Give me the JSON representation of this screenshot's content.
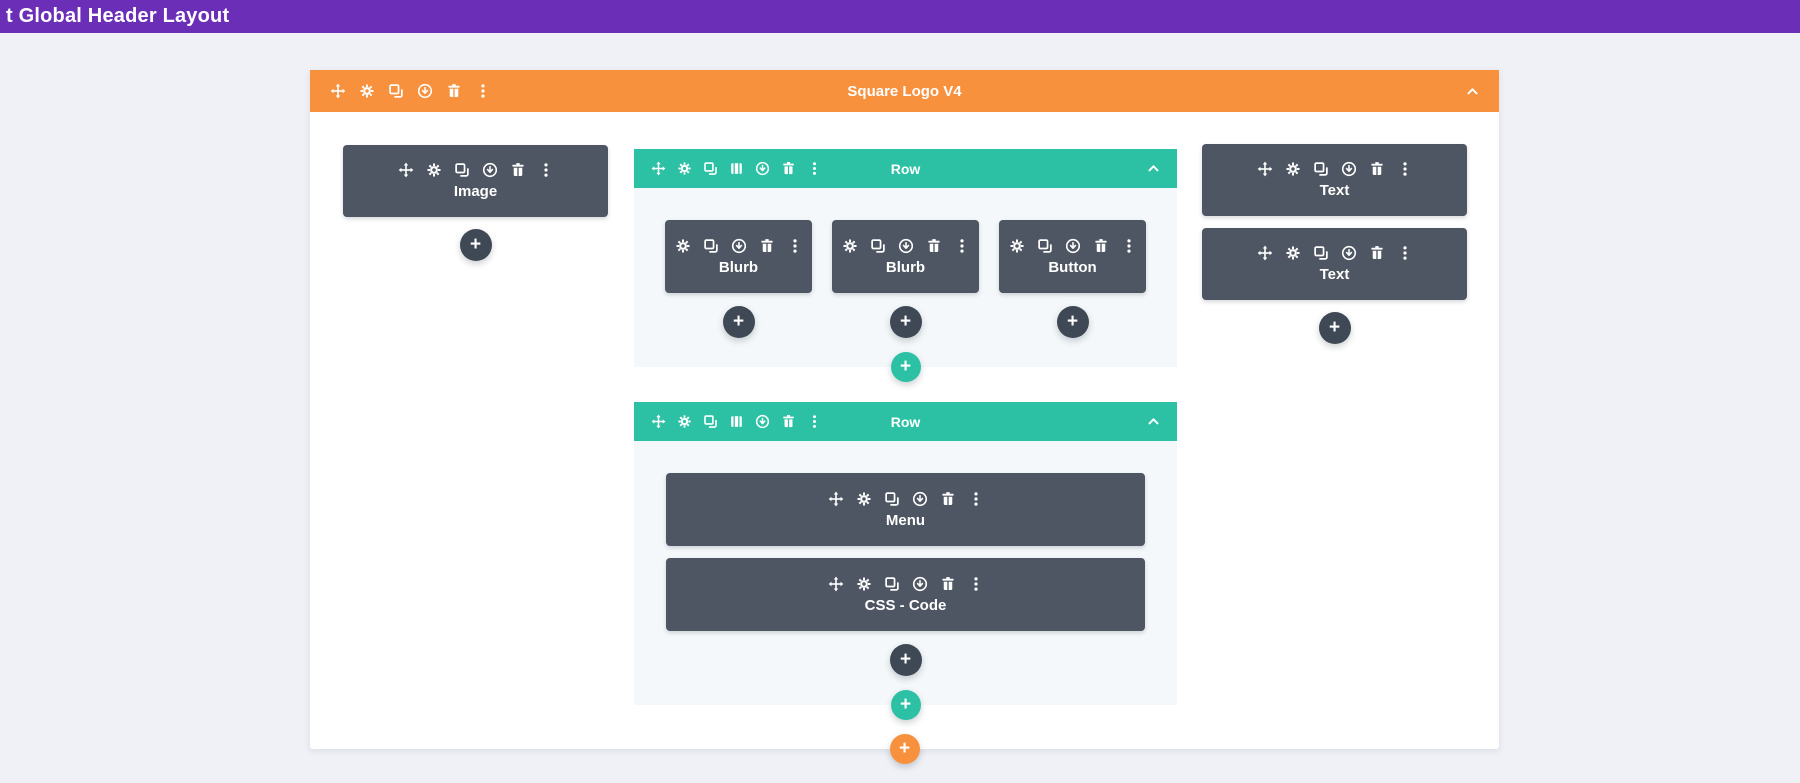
{
  "ui": {
    "plus": "+"
  },
  "colors": {
    "purple": "#6B2EB7",
    "orange": "#F7913D",
    "teal": "#2CC1A4",
    "module": "#4D5662",
    "module-button": "#3F4955",
    "canvas": "#FFFFFF",
    "page-bg": "#EFF1F6",
    "panel": "#F4F8FA"
  },
  "topbar": {
    "title": "t Global Header Layout"
  },
  "section": {
    "header": {
      "title": "Square Logo V4",
      "icons": [
        "move",
        "settings",
        "duplicate",
        "save",
        "delete",
        "options"
      ],
      "collapse_icon": "chevron-up"
    },
    "left_column": {
      "module": {
        "label": "Image",
        "icons": [
          "move",
          "settings",
          "duplicate",
          "save",
          "delete",
          "options"
        ]
      }
    },
    "row1": {
      "header": {
        "title": "Row",
        "icons": [
          "move",
          "settings",
          "duplicate",
          "columns",
          "save",
          "delete",
          "options"
        ],
        "collapse_icon": "chevron-up"
      },
      "columns": [
        {
          "module": {
            "label": "Blurb",
            "icons": [
              "settings",
              "duplicate",
              "save",
              "delete",
              "options"
            ]
          }
        },
        {
          "module": {
            "label": "Blurb",
            "icons": [
              "settings",
              "duplicate",
              "save",
              "delete",
              "options"
            ]
          }
        },
        {
          "module": {
            "label": "Button",
            "icons": [
              "settings",
              "duplicate",
              "save",
              "delete",
              "options"
            ]
          }
        }
      ]
    },
    "right_column": {
      "modules": [
        {
          "label": "Text",
          "icons": [
            "move",
            "settings",
            "duplicate",
            "save",
            "delete",
            "options"
          ]
        },
        {
          "label": "Text",
          "icons": [
            "move",
            "settings",
            "duplicate",
            "save",
            "delete",
            "options"
          ]
        }
      ]
    },
    "row2": {
      "header": {
        "title": "Row",
        "icons": [
          "move",
          "settings",
          "duplicate",
          "columns",
          "save",
          "delete",
          "options"
        ],
        "collapse_icon": "chevron-up"
      },
      "modules": [
        {
          "label": "Menu",
          "icons": [
            "move",
            "settings",
            "duplicate",
            "save",
            "delete",
            "options"
          ]
        },
        {
          "label": "CSS - Code",
          "icons": [
            "move",
            "settings",
            "duplicate",
            "save",
            "delete",
            "options"
          ]
        }
      ]
    }
  }
}
